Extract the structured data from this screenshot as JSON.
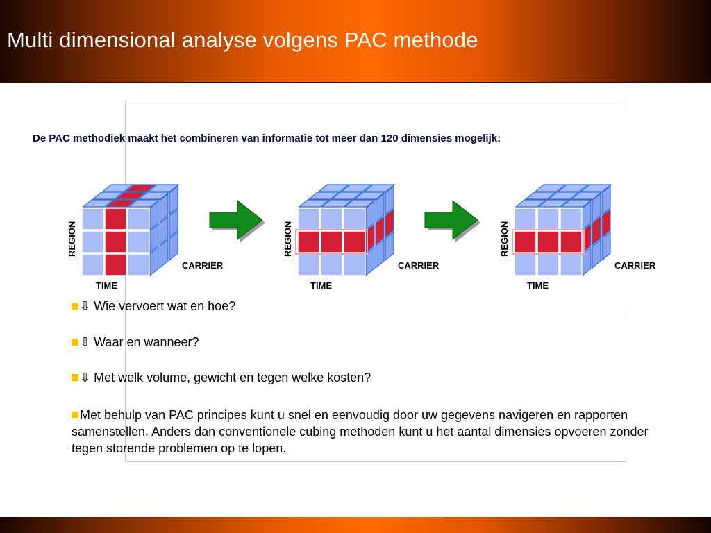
{
  "slide": {
    "title": "Multi dimensional analyse volgens PAC methode",
    "intro": "De PAC methodiek maakt het combineren van informatie tot meer dan 120 dimensies mogelijk:"
  },
  "diagram": {
    "axis_labels": {
      "region": "REGION",
      "carrier": "CARRIER",
      "time": "TIME"
    },
    "cube_count": 3,
    "highlight_modes": [
      "vertical-slice",
      "horizontal-row",
      "horizontal-row"
    ],
    "colors": {
      "cube_face": "#a9bcf6",
      "cube_edge": "#2f6de0",
      "highlight": "#d21f33",
      "arrow": "#138a1c"
    }
  },
  "bullets": [
    {
      "arrow": "⇩",
      "text": "Wie vervoert wat en hoe?"
    },
    {
      "arrow": "⇩",
      "text": "Waar en wanneer?"
    },
    {
      "arrow": "⇩",
      "text": "Met welk volume, gewicht en tegen welke kosten?"
    },
    {
      "arrow": "",
      "text": "Met behulp van PAC principes kunt u snel en eenvoudig door uw gegevens navigeren en rapporten samenstellen. Anders dan conventionele cubing methoden kunt  u het aantal dimensies opvoeren zonder tegen storende problemen op te lopen."
    }
  ],
  "icons": {
    "bullet": "square-bullet-icon",
    "arrow": "down-arrow-icon",
    "step_arrow": "right-arrow-icon"
  }
}
